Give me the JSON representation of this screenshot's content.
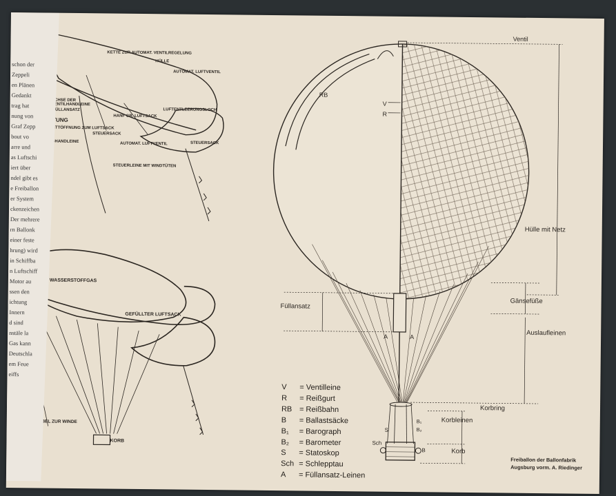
{
  "left_page": {
    "lines": [
      "schon der",
      "Zeppeli",
      "en Plänen",
      "Gedankt",
      "trag hat",
      "nung von",
      "Graf Zepp",
      "bout vo",
      "arre und",
      "as Luftschi",
      "iert über",
      "ndel gibt es",
      "e Freiballon",
      "er System",
      "ckenzeichen",
      "Der mehrere",
      "rn Ballonk",
      "einer feste",
      "hrung) wird",
      "in Schiffba",
      "n Luftschiff",
      "Motor au",
      "ssen den",
      "ichtung",
      "Innern",
      "d sind",
      "nstäle la",
      "Gas kann",
      "Deutschla",
      "em Feue",
      "eiffs"
    ]
  },
  "top_diagram": {
    "labels": [
      "KETTE ZUR AUTOMAT. VENTILREGELUNG",
      "HÜLLE",
      "AUTOMAT. LUFTVENTIL",
      "ACHSE DER",
      "VENTILHANDLEINE",
      "FÜLLANSATZ",
      "LUFTENTLEERUNGSLOCH",
      "HANF GR. LUFTSACK",
      "HTUNG",
      "EINTRITTÖFFNUNG ZUM LUFTSACK",
      "STEUERSACK",
      "VENTIL-HANDLEINE",
      "AUTOMAT. LUFTVENTIL",
      "STEUERSACK",
      "STEUERLEINE MIT WINDTÜTEN"
    ]
  },
  "bottom_diagram": {
    "labels": [
      "WASSERSTOFFGAS",
      "GEFÜLLTER LUFTSACK",
      "HALTEKABEL ZUR WINDE",
      "KORB"
    ]
  },
  "balloon": {
    "labels": {
      "rb": "RB",
      "v": "V",
      "r": "R",
      "ventil": "Ventil",
      "huelle": "Hülle mit Netz",
      "fuellansatz": "Füllansatz",
      "gaensefuesse": "Gänsefüße",
      "auslaufleinen": "Auslaufleinen",
      "korbring": "Korbring",
      "korbleinen": "Korbleinen",
      "korb": "Korb",
      "a1": "A",
      "a2": "A",
      "s": "S",
      "sch": "Sch",
      "b": "B",
      "b1": "B₁",
      "b2": "B₂"
    }
  },
  "legend": [
    {
      "key": "V",
      "text": "= Ventilleine"
    },
    {
      "key": "R",
      "text": "= Reißgurt"
    },
    {
      "key": "RB",
      "text": "= Reißbahn"
    },
    {
      "key": "B",
      "text": "= Ballastsäcke"
    },
    {
      "key": "B₁",
      "text": "= Barograph"
    },
    {
      "key": "B₂",
      "text": "= Barometer"
    },
    {
      "key": "S",
      "text": "= Statoskop"
    },
    {
      "key": "Sch",
      "text": "= Schlepptau"
    },
    {
      "key": "A",
      "text": "= Füllansatz-Leinen"
    }
  ],
  "credit": {
    "line1": "Freiballon der Ballonfabrik",
    "line2": "Augsburg vorm. A. Riedinger"
  }
}
